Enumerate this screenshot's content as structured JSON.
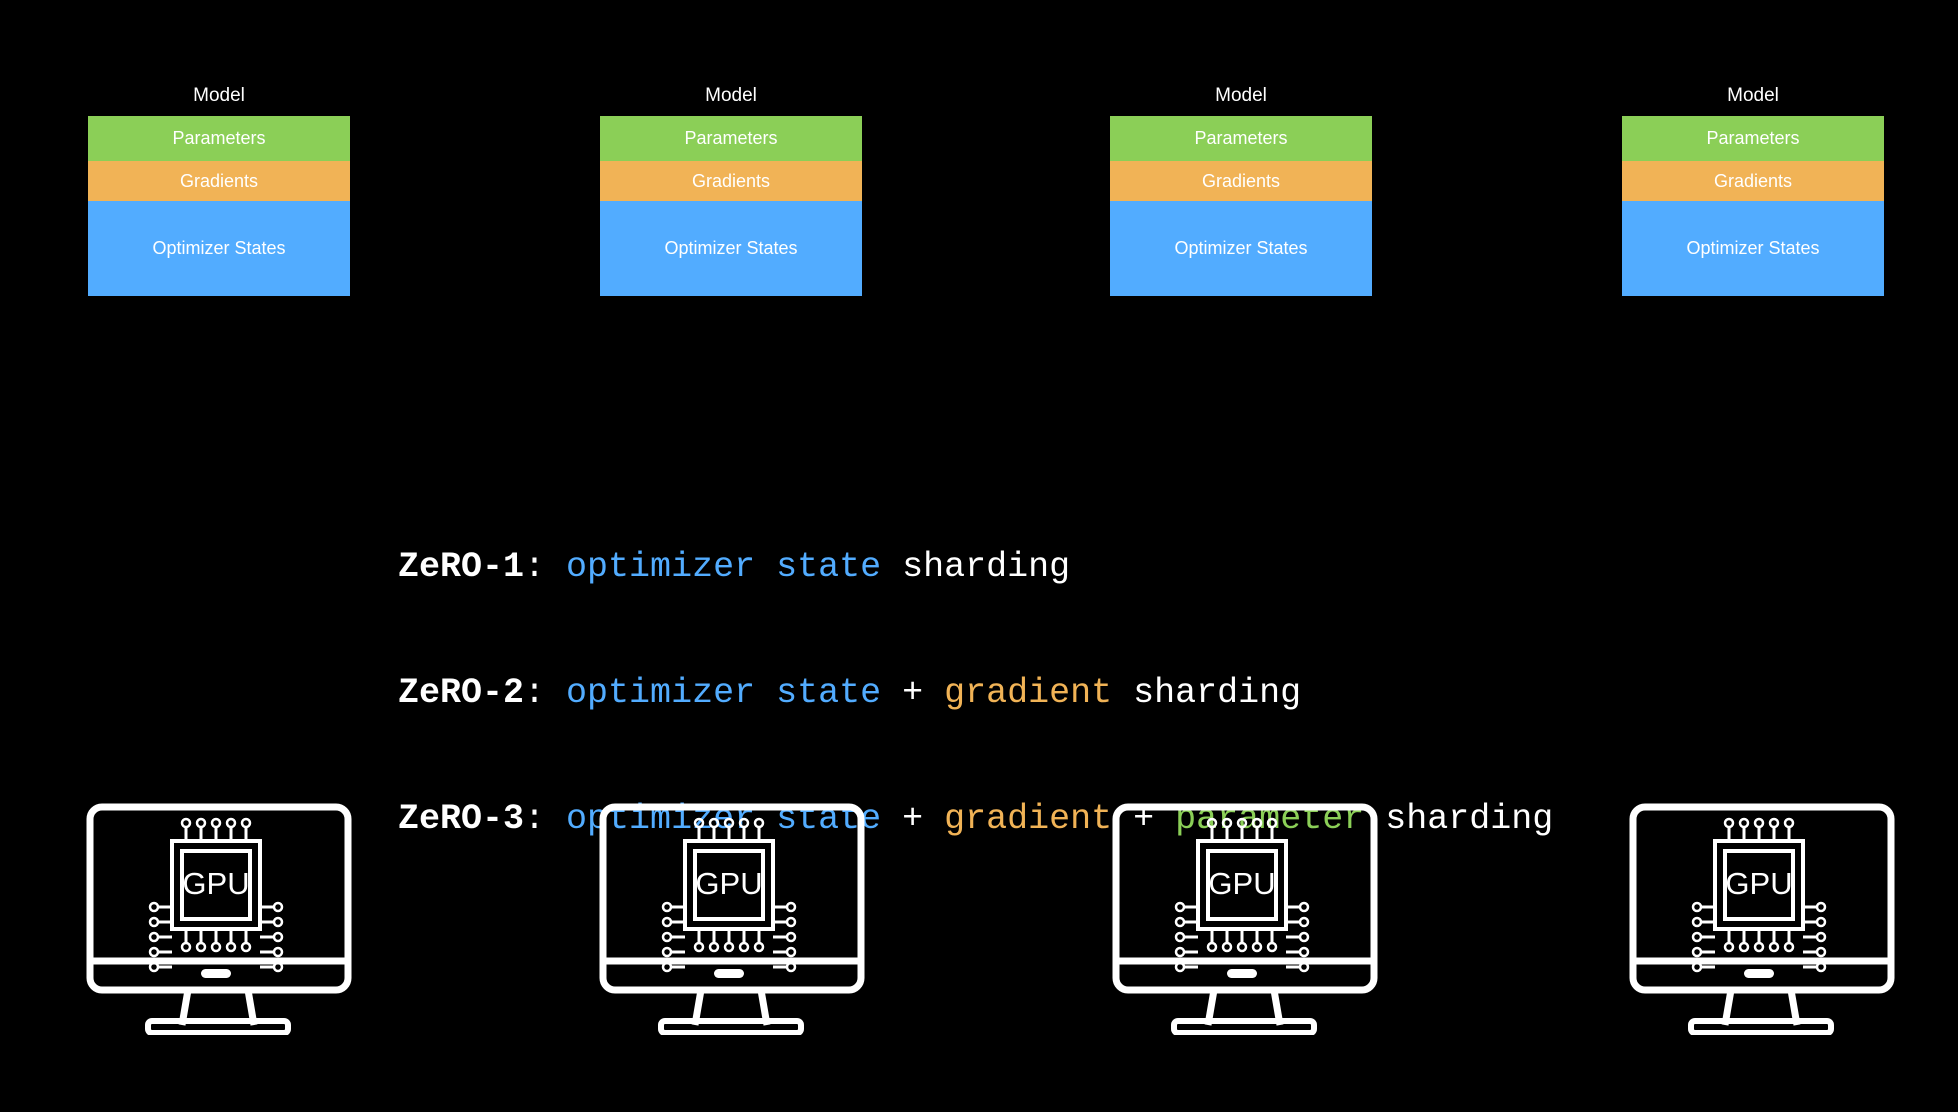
{
  "colors": {
    "background": "#000000",
    "parameters": "#8bcf57",
    "gradients": "#f1b356",
    "optimizer": "#52acff",
    "text": "#ffffff"
  },
  "models": [
    {
      "title": "Model",
      "parameters": "Parameters",
      "gradients": "Gradients",
      "optimizer": "Optimizer States"
    },
    {
      "title": "Model",
      "parameters": "Parameters",
      "gradients": "Gradients",
      "optimizer": "Optimizer States"
    },
    {
      "title": "Model",
      "parameters": "Parameters",
      "gradients": "Gradients",
      "optimizer": "Optimizer States"
    },
    {
      "title": "Model",
      "parameters": "Parameters",
      "gradients": "Gradients",
      "optimizer": "Optimizer States"
    }
  ],
  "zero": {
    "line1": {
      "label": "ZeRO-1",
      "colon": ": ",
      "opt": "optimizer state",
      "tail": " sharding"
    },
    "line2": {
      "label": "ZeRO-2",
      "colon": ": ",
      "opt": "optimizer state",
      "plus1": " + ",
      "grad": "gradient",
      "tail": " sharding"
    },
    "line3": {
      "label": "ZeRO-3",
      "colon": ": ",
      "opt": "optimizer state",
      "plus1": " + ",
      "grad": "gradient",
      "plus2": " + ",
      "param": "parameter",
      "tail": " sharding"
    }
  },
  "gpus": [
    {
      "label": "GPU",
      "icon": "gpu-monitor-icon"
    },
    {
      "label": "GPU",
      "icon": "gpu-monitor-icon"
    },
    {
      "label": "GPU",
      "icon": "gpu-monitor-icon"
    },
    {
      "label": "GPU",
      "icon": "gpu-monitor-icon"
    }
  ]
}
